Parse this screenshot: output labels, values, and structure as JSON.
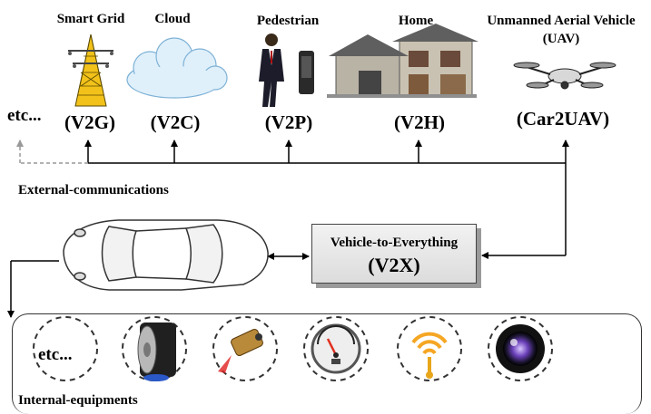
{
  "external": {
    "section_label": "External-communications",
    "etc_label": "etc...",
    "nodes": [
      {
        "id": "smart-grid",
        "label": "Smart Grid",
        "code": "(V2G)",
        "icon": "transmission-tower-icon"
      },
      {
        "id": "cloud",
        "label": "Cloud",
        "code": "(V2C)",
        "icon": "cloud-icon"
      },
      {
        "id": "pedestrian",
        "label": "Pedestrian",
        "code": "(V2P)",
        "icon": "pedestrian-phone-icon"
      },
      {
        "id": "home",
        "label": "Home",
        "code": "(V2H)",
        "icon": "house-icon"
      },
      {
        "id": "uav",
        "label": "Unmanned Aerial Vehicle",
        "label2": "(UAV)",
        "code": "(Car2UAV)",
        "icon": "drone-icon"
      }
    ]
  },
  "hub": {
    "title": "Vehicle-to-Everything",
    "code": "(V2X)"
  },
  "internal": {
    "section_label": "Internal-equipments",
    "etc_label": "etc...",
    "icons": [
      "tire-icon",
      "laser-sensor-icon",
      "fuel-gauge-icon",
      "wireless-antenna-icon",
      "camera-lens-icon"
    ]
  },
  "colors": {
    "line": "#000000",
    "dashed_arrow": "#999999",
    "tower": "#f2c21a",
    "cloud": "#dff0fb",
    "box": "#e6e6e6"
  }
}
